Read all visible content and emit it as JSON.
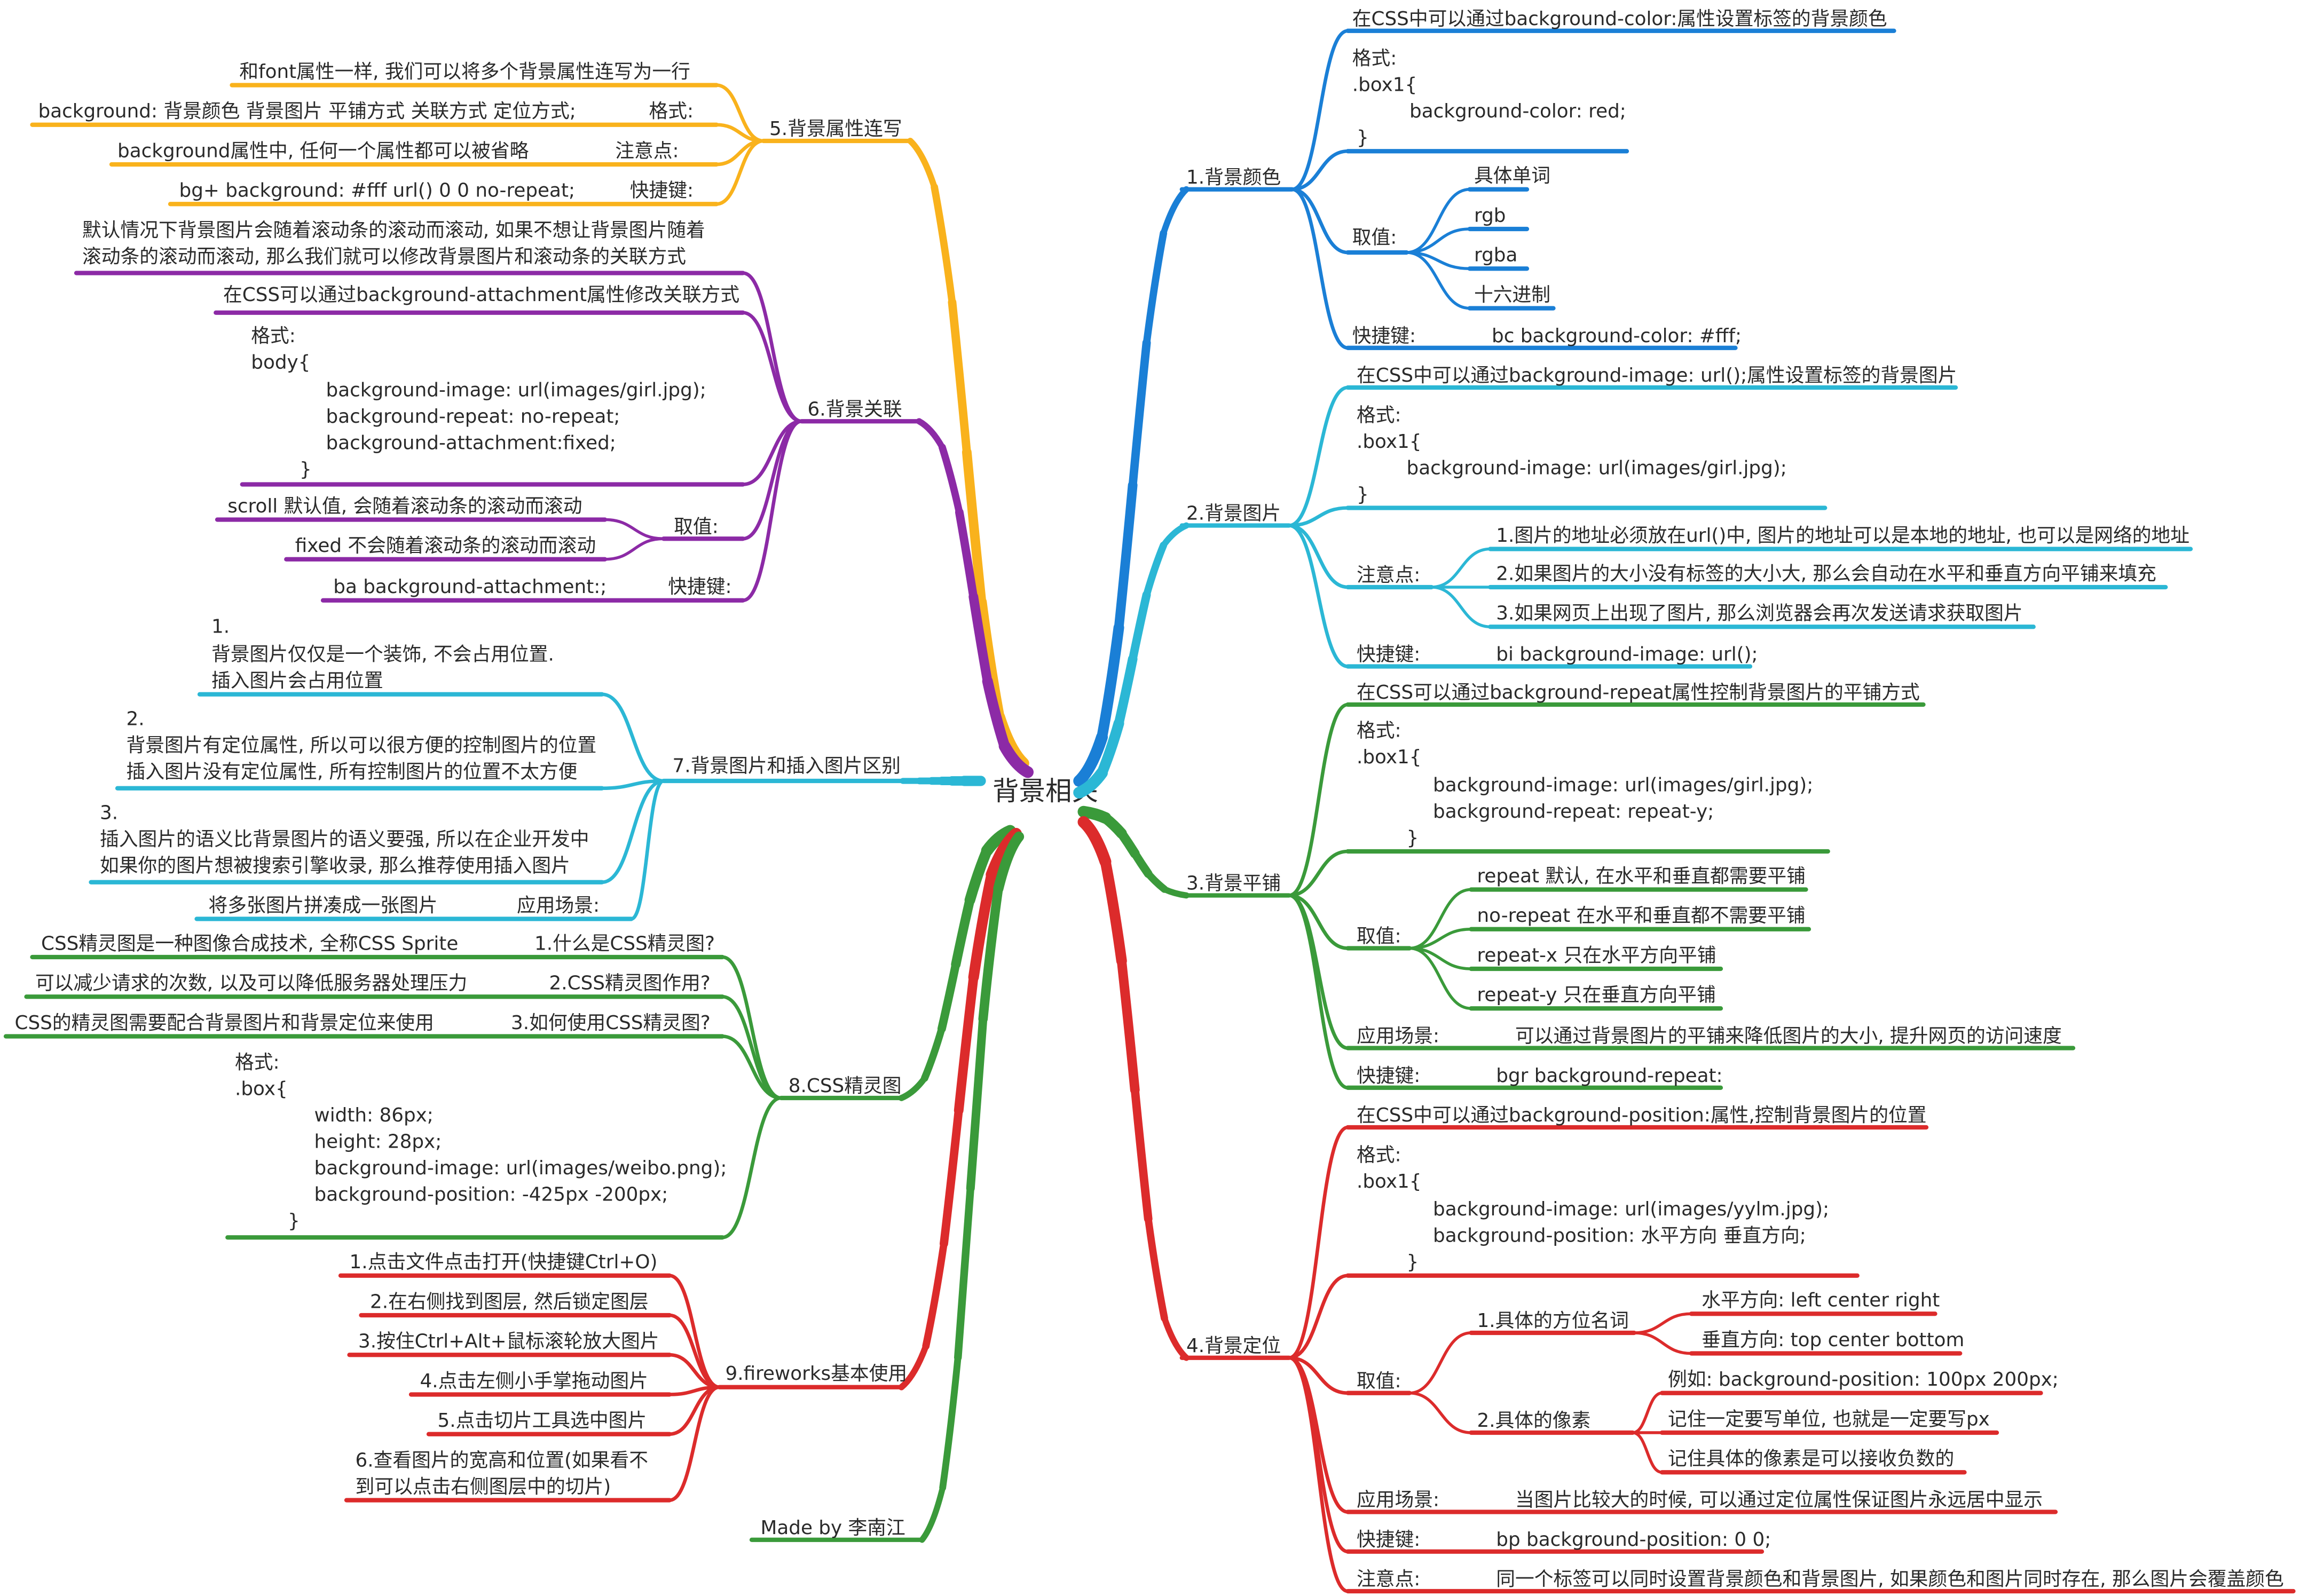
{
  "root": "背景相关",
  "colors": {
    "blue": "#1a7fd6",
    "cyan": "#2bb7d5",
    "green": "#3a9a3a",
    "red": "#dc2b2b",
    "orange": "#f9b21c",
    "purple": "#8c2aa6"
  },
  "branches": {
    "b1": {
      "title": "1.背景颜色",
      "desc": "在CSS中可以通过background-color:属性设置标签的背景颜色",
      "format_lines": [
        "格式:",
        ".box1{",
        "background-color: red;",
        "}"
      ],
      "values_label": "取值:",
      "values": [
        "具体单词",
        "rgb",
        "rgba",
        "十六进制"
      ],
      "shortcut_label": "快捷键:",
      "shortcut": "bc background-color: #fff;"
    },
    "b2": {
      "title": "2.背景图片",
      "desc": "在CSS中可以通过background-image: url();属性设置标签的背景图片",
      "format_lines": [
        "格式:",
        ".box1{",
        "background-image: url(images/girl.jpg);",
        "}"
      ],
      "notes_label": "注意点:",
      "notes": [
        "1.图片的地址必须放在url()中, 图片的地址可以是本地的地址, 也可以是网络的地址",
        "2.如果图片的大小没有标签的大小大, 那么会自动在水平和垂直方向平铺来填充",
        "3.如果网页上出现了图片, 那么浏览器会再次发送请求获取图片"
      ],
      "shortcut_label": "快捷键:",
      "shortcut": "bi background-image: url();"
    },
    "b3": {
      "title": "3.背景平铺",
      "desc": "在CSS可以通过background-repeat属性控制背景图片的平铺方式",
      "format_lines": [
        "格式:",
        ".box1{",
        "background-image: url(images/girl.jpg);",
        "background-repeat: repeat-y;",
        "}"
      ],
      "values_label": "取值:",
      "values": [
        "repeat 默认, 在水平和垂直都需要平铺",
        "no-repeat 在水平和垂直都不需要平铺",
        "repeat-x 只在水平方向平铺",
        "repeat-y 只在垂直方向平铺"
      ],
      "usage_label": "应用场景:",
      "usage": "可以通过背景图片的平铺来降低图片的大小, 提升网页的访问速度",
      "shortcut_label": "快捷键:",
      "shortcut": "bgr background-repeat:"
    },
    "b4": {
      "title": "4.背景定位",
      "desc": "在CSS中可以通过background-position:属性,控制背景图片的位置",
      "format_lines": [
        "格式:",
        ".box1{",
        "background-image: url(images/yylm.jpg);",
        "background-position: 水平方向 垂直方向;",
        "}"
      ],
      "values_label": "取值:",
      "sub1": {
        "label": "1.具体的方位名词",
        "items": [
          "水平方向: left center right",
          "垂直方向: top center bottom"
        ]
      },
      "sub2": {
        "label": "2.具体的像素",
        "items": [
          "例如: background-position: 100px 200px;",
          "记住一定要写单位, 也就是一定要写px",
          "记住具体的像素是可以接收负数的"
        ]
      },
      "usage_label": "应用场景:",
      "usage": "当图片比较大的时候, 可以通过定位属性保证图片永远居中显示",
      "shortcut_label": "快捷键:",
      "shortcut": "bp background-position: 0 0;",
      "note_label": "注意点:",
      "note": "同一个标签可以同时设置背景颜色和背景图片, 如果颜色和图片同时存在, 那么图片会覆盖颜色"
    },
    "b5": {
      "title": "5.背景属性连写",
      "intro": "和font属性一样, 我们可以将多个背景属性连写为一行",
      "format_label": "格式:",
      "format": "background: 背景颜色  背景图片  平铺方式  关联方式  定位方式;",
      "note_label": "注意点:",
      "note": "background属性中,   任何一个属性都可以被省略",
      "shortcut_label": "快捷键:",
      "shortcut": "bg+ background: #fff url() 0 0 no-repeat;"
    },
    "b6": {
      "title": "6.背景关联",
      "intro": [
        "默认情况下背景图片会随着滚动条的滚动而滚动,   如果不想让背景图片随着",
        "滚动条的滚动而滚动,   那么我们就可以修改背景图片和滚动条的关联方式"
      ],
      "desc": "在CSS可以通过background-attachment属性修改关联方式",
      "format_lines": [
        "格式:",
        "body{",
        "background-image: url(images/girl.jpg);",
        "background-repeat: no-repeat;",
        "background-attachment:fixed;",
        "}"
      ],
      "values_label": "取值:",
      "values": [
        "scroll 默认值,   会随着滚动条的滚动而滚动",
        "fixed 不会随着滚动条的滚动而滚动"
      ],
      "shortcut_label": "快捷键:",
      "shortcut": "ba background-attachment:;"
    },
    "b7": {
      "title": "7.背景图片和插入图片区别",
      "items": [
        [
          "1.",
          "背景图片仅仅是一个装饰, 不会占用位置.",
          "插入图片会占用位置"
        ],
        [
          "2.",
          "背景图片有定位属性, 所以可以很方便的控制图片的位置",
          "插入图片没有定位属性, 所有控制图片的位置不太方便"
        ],
        [
          "3.",
          "插入图片的语义比背景图片的语义要强, 所以在企业开发中",
          "如果你的图片想被搜索引擎收录, 那么推荐使用插入图片"
        ]
      ],
      "usage_label": "应用场景:",
      "usage": "将多张图片拼凑成一张图片"
    },
    "b8": {
      "title": "8.CSS精灵图",
      "qa": [
        {
          "q": "1.什么是CSS精灵图?",
          "a": "CSS精灵图是一种图像合成技术, 全称CSS Sprite"
        },
        {
          "q": "2.CSS精灵图作用?",
          "a": "可以减少请求的次数, 以及可以降低服务器处理压力"
        },
        {
          "q": "3.如何使用CSS精灵图?",
          "a": "CSS的精灵图需要配合背景图片和背景定位来使用"
        }
      ],
      "format_lines": [
        "格式:",
        ".box{",
        "width: 86px;",
        "height: 28px;",
        "background-image: url(images/weibo.png);",
        "background-position: -425px -200px;",
        "}"
      ]
    },
    "b9": {
      "title": "9.fireworks基本使用",
      "steps": [
        "1.点击文件点击打开(快捷键Ctrl+O)",
        "2.在右侧找到图层, 然后锁定图层",
        "3.按住Ctrl+Alt+鼠标滚轮放大图片",
        "4.点击左侧小手掌拖动图片",
        "5.点击切片工具选中图片"
      ],
      "step6": [
        "6.查看图片的宽高和位置(如果看不",
        "到可以点击右侧图层中的切片)"
      ]
    },
    "credit": "Made by 李南江"
  }
}
